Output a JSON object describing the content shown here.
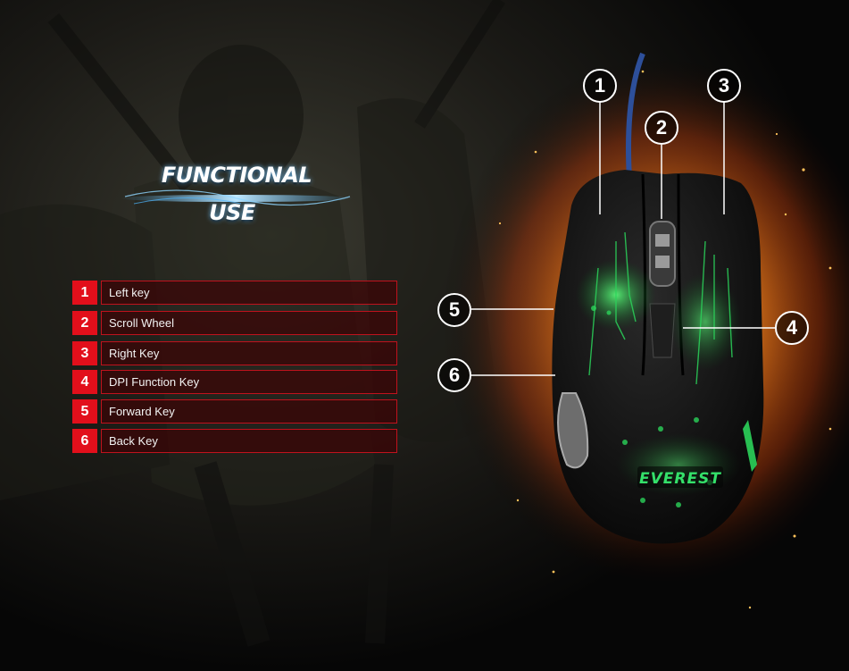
{
  "heading": {
    "line1": "FUNCTIONAL",
    "line2": "USE"
  },
  "legend": [
    {
      "number": "1",
      "label": "Left key"
    },
    {
      "number": "2",
      "label": "Scroll Wheel"
    },
    {
      "number": "3",
      "label": "Right Key"
    },
    {
      "number": "4",
      "label": "DPI Function Key"
    },
    {
      "number": "5",
      "label": "Forward Key"
    },
    {
      "number": "6",
      "label": "Back Key"
    }
  ],
  "callouts": [
    "1",
    "2",
    "3",
    "4",
    "5",
    "6"
  ],
  "brand_logo": "EVEREST",
  "colors": {
    "accent_red": "#e20f1b",
    "glow_orange": "#ff8a1c",
    "led_green": "#2bd35a",
    "glow_blue": "#4fb8ff"
  }
}
